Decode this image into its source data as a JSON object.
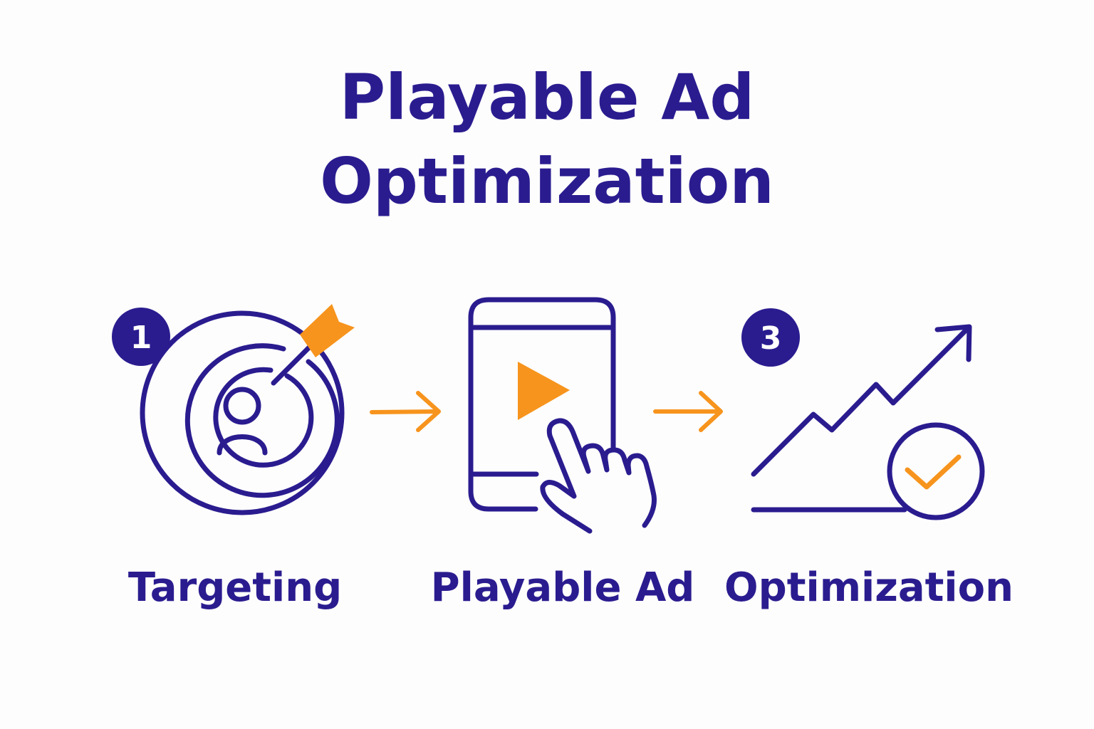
{
  "title": {
    "line1": "Playable Ad",
    "line2": "Optimization"
  },
  "steps": [
    {
      "badge": "1",
      "label": "Targeting",
      "icon": "target-icon"
    },
    {
      "badge": "",
      "label": "Playable Ad",
      "icon": "phone-play-icon"
    },
    {
      "badge": "3",
      "label": "Optimization",
      "icon": "growth-chart-icon"
    }
  ],
  "colors": {
    "primary": "#2a1c8f",
    "accent": "#f7941d",
    "background": "#fdfdfd"
  }
}
